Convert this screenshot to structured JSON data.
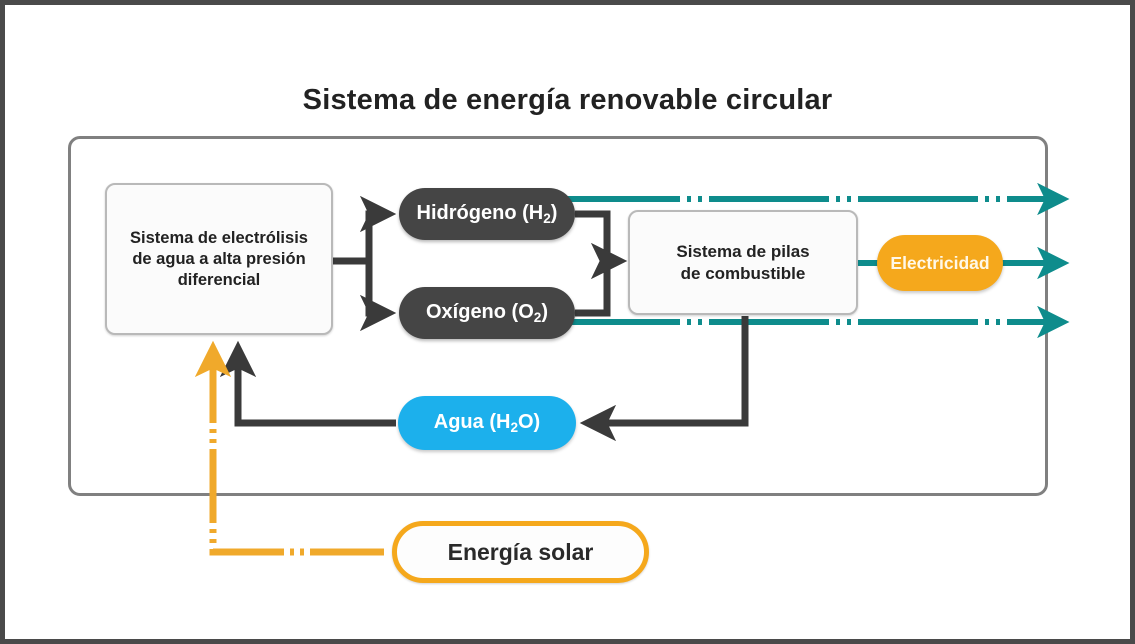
{
  "page": {
    "title": "Sistema de energía renovable circular",
    "background": "#ffffff",
    "frame_color": "#4a4a4a"
  },
  "palette": {
    "container_border": "#808080",
    "dark_node": "#454545",
    "dark_arrow": "#3a3a3a",
    "teal_flow": "#0e8c8c",
    "orange_flow": "#f0a92b",
    "electricity_fill": "#f5a81c",
    "water_fill": "#1cb0ec",
    "box_fill": "#fbfbfb",
    "box_border": "#b9b9b9",
    "text_dark": "#222222",
    "text_light": "#ffffff"
  },
  "nodes": {
    "electrolysis": {
      "label_line1": "Sistema de electrólisis",
      "label_line2": "de agua a alta presión",
      "label_line3": "diferencial",
      "shape": "rounded-rect",
      "fill": "#fbfbfb"
    },
    "hydrogen": {
      "label_main": "Hidrógeno (H",
      "label_sub": "2",
      "label_tail": ")",
      "shape": "pill",
      "fill": "#454545"
    },
    "oxygen": {
      "label_main": "Oxígeno (O",
      "label_sub": "2",
      "label_tail": ")",
      "shape": "pill",
      "fill": "#454545"
    },
    "fuelcell": {
      "label_line1": "Sistema de pilas",
      "label_line2": "de combustible",
      "shape": "rounded-rect",
      "fill": "#fbfbfb"
    },
    "electricity": {
      "label": "Electricidad",
      "shape": "pill",
      "fill": "#f5a81c"
    },
    "water": {
      "label_main": "Agua (H",
      "label_sub": "2",
      "label_tail": "O)",
      "shape": "pill",
      "fill": "#1cb0ec"
    },
    "solar": {
      "label": "Energía solar",
      "shape": "pill-outline",
      "fill": "#fdfdfd",
      "border": "#f5a81c"
    }
  },
  "chart_data": {
    "type": "diagram",
    "title": "Sistema de energía renovable circular",
    "layout": "circular process flow",
    "nodes": [
      {
        "id": "electrolysis",
        "label": "Sistema de electrólisis de agua a alta presión diferencial",
        "style": "white-box"
      },
      {
        "id": "hydrogen",
        "label": "Hidrógeno (H2)",
        "style": "dark-pill"
      },
      {
        "id": "oxygen",
        "label": "Oxígeno (O2)",
        "style": "dark-pill"
      },
      {
        "id": "fuelcell",
        "label": "Sistema de pilas de combustible",
        "style": "white-box"
      },
      {
        "id": "electricity",
        "label": "Electricidad",
        "style": "orange-pill"
      },
      {
        "id": "water",
        "label": "Agua (H2O)",
        "style": "blue-pill"
      },
      {
        "id": "solar",
        "label": "Energía solar",
        "style": "orange-outline-pill"
      }
    ],
    "edges": [
      {
        "from": "electrolysis",
        "to": "hydrogen",
        "style": "solid-dark-arrow"
      },
      {
        "from": "electrolysis",
        "to": "oxygen",
        "style": "solid-dark-arrow"
      },
      {
        "from": "hydrogen",
        "to": "fuelcell",
        "style": "solid-dark-arrow"
      },
      {
        "from": "oxygen",
        "to": "fuelcell",
        "style": "solid-dark-arrow"
      },
      {
        "from": "fuelcell",
        "to": "water",
        "style": "solid-dark-arrow"
      },
      {
        "from": "water",
        "to": "electrolysis",
        "style": "solid-dark-arrow"
      },
      {
        "from": "solar",
        "to": "electrolysis",
        "style": "orange-dash-dot-arrow"
      },
      {
        "from": "hydrogen",
        "to": "output-top",
        "style": "teal-dash-dot-arrow"
      },
      {
        "from": "electricity",
        "to": "output-mid",
        "style": "teal-dash-dot-arrow"
      },
      {
        "from": "oxygen",
        "to": "output-bottom",
        "style": "teal-dash-dot-arrow"
      }
    ],
    "teal_flow_rows_y": [
      199,
      263,
      322
    ],
    "legend": []
  }
}
